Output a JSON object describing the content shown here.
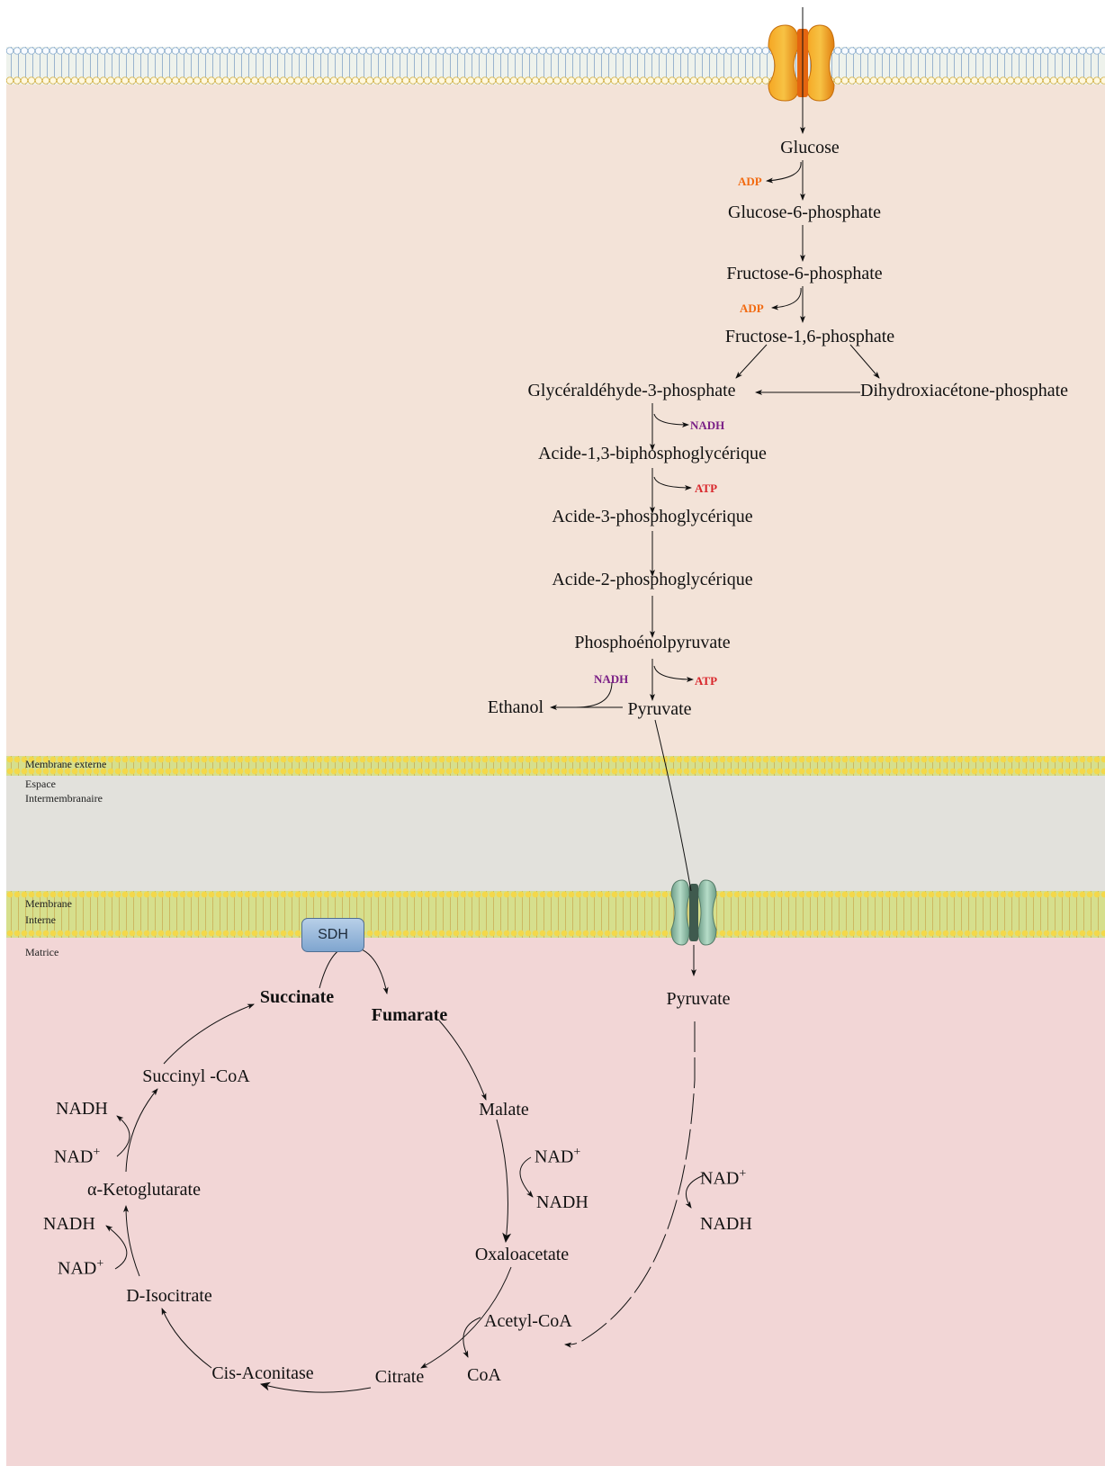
{
  "colors": {
    "cytosol": "#f3e3d8",
    "intermembrane_space": "#e2e1dc",
    "matrix": "#f2d6d6",
    "adp": "#f26a10",
    "atp": "#d8262b",
    "nadh_glycolysis": "#7a1f86",
    "glucose_transporter": "#f59a16",
    "pyruvate_carrier": "#8fbfa8",
    "sdh": "#8fb0d8"
  },
  "icons": {
    "glucose_transporter": "glucose-transporter-icon",
    "pyruvate_carrier": "pyruvate-carrier-icon"
  },
  "regions": {
    "outer_membrane_label": "Membrane externe",
    "intermembrane_label_line1": "Espace",
    "intermembrane_label_line2": "Intermembranaire",
    "inner_membrane_label_line1": "Membrane",
    "inner_membrane_label_line2": "Interne",
    "matrix_label": "Matrice"
  },
  "glycolysis": {
    "glucose": "Glucose",
    "adp1": "ADP",
    "glucose_6_phosphate": "Glucose-6-phosphate",
    "fructose_6_phosphate": "Fructose-6-phosphate",
    "adp2": "ADP",
    "fructose_1_6_phosphate": "Fructose-1,6-phosphate",
    "glyceraldehyde_3_phosphate": "Glycéraldéhyde-3-phosphate",
    "dihydroxyacetone_phosphate": "Dihydroxiacétone-phosphate",
    "nadh1": "NADH",
    "acide_1_3_biphosphoglycerique": "Acide-1,3-biphosphoglycérique",
    "atp1": "ATP",
    "acide_3_phosphoglycerique": "Acide-3-phosphoglycérique",
    "acide_2_phosphoglycerique": "Acide-2-phosphoglycérique",
    "phosphoenolpyruvate": "Phosphoénolpyruvate",
    "nadh2": "NADH",
    "atp2": "ATP",
    "ethanol": "Ethanol",
    "pyruvate": "Pyruvate"
  },
  "mitochondrion": {
    "sdh": "SDH",
    "pyruvate": "Pyruvate",
    "nad_pdh": "NAD",
    "nadh_pdh": "NADH",
    "plus": "+"
  },
  "krebs": {
    "succinate": "Succinate",
    "fumarate": "Fumarate",
    "malate": "Malate",
    "nad_malate": "NAD",
    "nadh_malate": "NADH",
    "oxaloacetate": "Oxaloacetate",
    "acetyl_coa": "Acetyl-CoA",
    "coa": "CoA",
    "citrate": "Citrate",
    "cis_aconitase": "Cis-Aconitase",
    "d_isocitrate": "D-Isocitrate",
    "nad_isocitrate": "NAD",
    "nadh_isocitrate": "NADH",
    "alpha_ketoglutarate": "α-Ketoglutarate",
    "nad_ketoglutarate": "NAD",
    "nadh_ketoglutarate": "NADH",
    "succinyl_coa": "Succinyl -CoA"
  }
}
